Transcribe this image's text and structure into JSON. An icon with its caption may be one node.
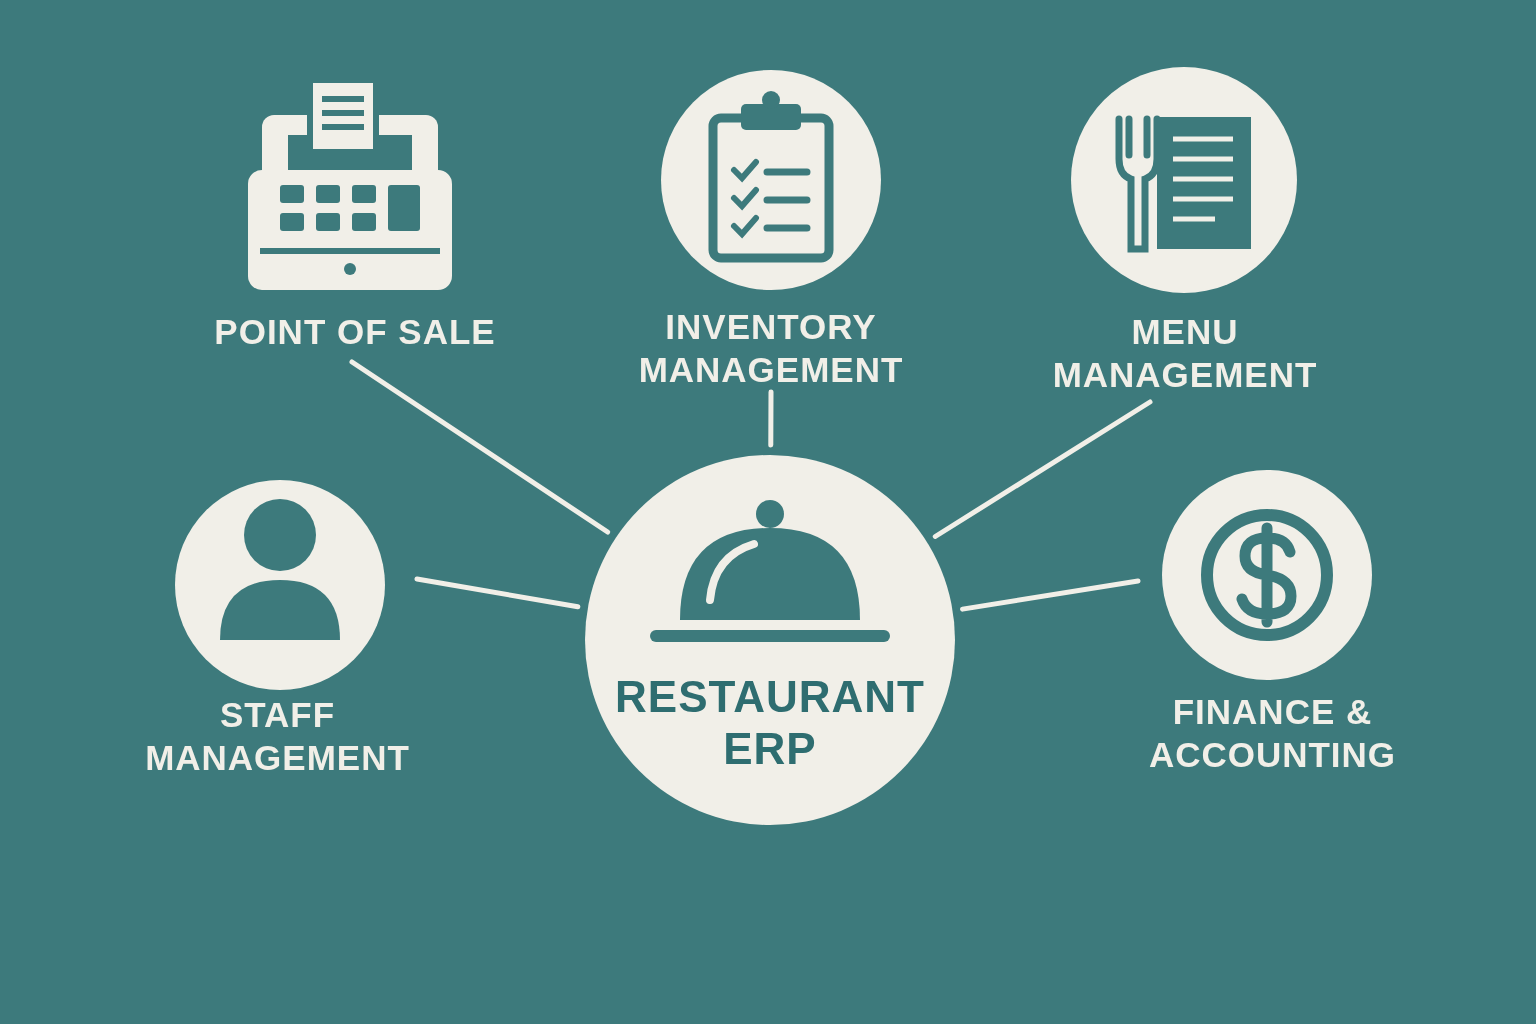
{
  "diagram": {
    "nodes": [
      {
        "text": [
          "POINT OF SALE"
        ]
      },
      {
        "text": [
          "INVENTORY MANAGEMENT"
        ]
      },
      {
        "text": [
          "MENU MANAGEMENT"
        ]
      },
      {
        "text": [
          "STAFF MANAGEMENT"
        ]
      },
      {
        "text": [
          "RESTAURANT ERP"
        ]
      },
      {
        "text": [
          "FINANCE & ACCOUNTING"
        ]
      }
    ],
    "edges": [
      {
        "from": 0,
        "to": 4,
        "arrow": "none"
      },
      {
        "from": 1,
        "to": 4,
        "arrow": "none"
      },
      {
        "from": 2,
        "to": 4,
        "arrow": "none"
      },
      {
        "from": 3,
        "to": 4,
        "arrow": "none"
      },
      {
        "from": 5,
        "to": 4,
        "arrow": "none"
      }
    ]
  }
}
